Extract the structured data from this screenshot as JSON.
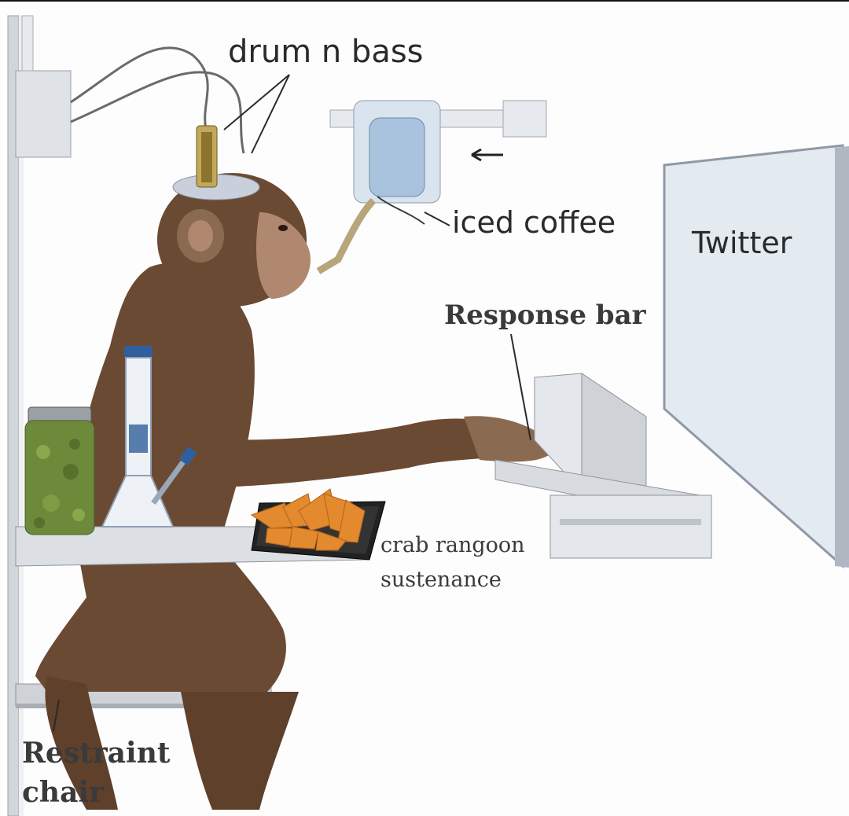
{
  "labels": {
    "drum_n_bass": "drum n bass",
    "iced_coffee": "iced coffee",
    "twitter": "Twitter",
    "response_bar": "Response bar",
    "crab_rangoon_line1": "crab rangoon",
    "crab_rangoon_line2": "sustenance",
    "restraint_line1": "Restraint",
    "restraint_line2": "chair"
  },
  "colors": {
    "monkey_fur": "#6b4a33",
    "monkey_fur_light": "#8a6a50",
    "monkey_face": "#b08870",
    "screen_fill": "#e3eaf0",
    "equipment_gray": "#c8cbd0",
    "weed_green": "#6d8a3a",
    "bong_blue": "#2f5f9c",
    "rangoon_orange": "#e3892e",
    "tray_black": "#222222",
    "ink": "#2a2a2a"
  }
}
